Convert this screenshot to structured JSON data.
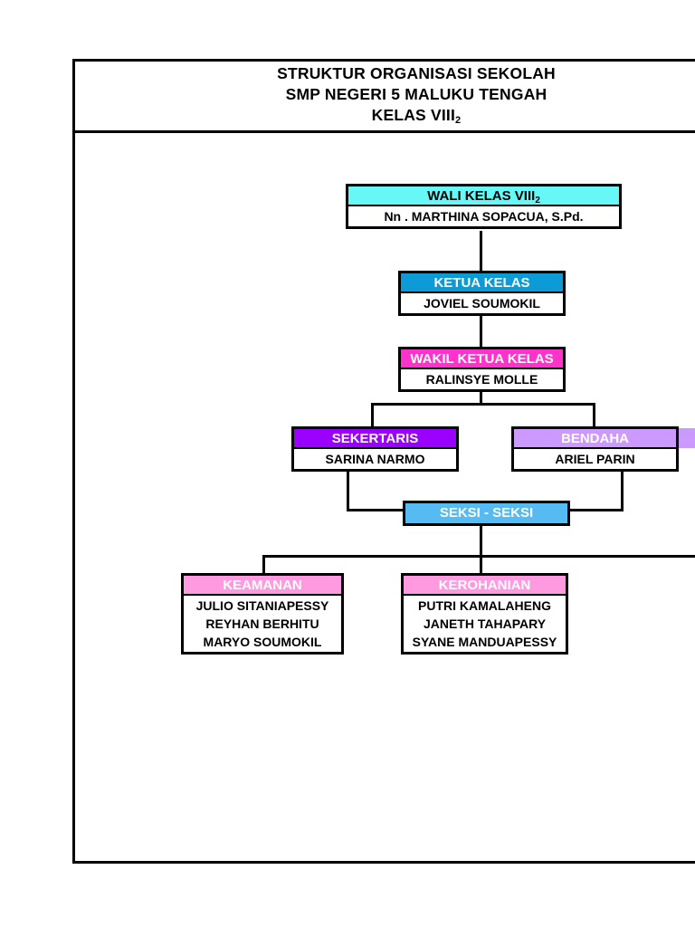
{
  "document": {
    "title_lines": [
      "STRUKTUR ORGANISASI SEKOLAH",
      "SMP NEGERI 5 MALUKU TENGAH",
      "KELAS VIII"
    ],
    "class_subscript": "2"
  },
  "colors": {
    "cyan": "#66F7F7",
    "blue": "#0D9BD8",
    "magenta": "#FF33CC",
    "purple": "#9900FF",
    "light_purple": "#CC99FF",
    "sky_blue": "#55BBF2",
    "pink": "#FF99E0",
    "border": "#000000",
    "background": "#FFFFFF"
  },
  "chart_data": {
    "type": "diagram",
    "subtype": "organizational-chart",
    "nodes": [
      {
        "id": "wali-kelas",
        "header": "WALI KELAS VIII",
        "header_subscript": "2",
        "members": [
          "Nn . MARTHINA SOPACUA, S.Pd."
        ],
        "header_color": "#66F7F7",
        "header_text_color": "#000000",
        "level": 0
      },
      {
        "id": "ketua-kelas",
        "header": "KETUA KELAS",
        "members": [
          "JOVIEL SOUMOKIL"
        ],
        "header_color": "#0D9BD8",
        "header_text_color": "#FFFFFF",
        "level": 1
      },
      {
        "id": "wakil-ketua-kelas",
        "header": "WAKIL KETUA KELAS",
        "members": [
          "RALINSYE MOLLE"
        ],
        "header_color": "#FF33CC",
        "header_text_color": "#FFFFFF",
        "level": 2
      },
      {
        "id": "sekertaris",
        "header": "SEKERTARIS",
        "members": [
          "SARINA NARMO"
        ],
        "header_color": "#9900FF",
        "header_text_color": "#FFFFFF",
        "level": 3
      },
      {
        "id": "bendahara",
        "header": "BENDAHA",
        "members": [
          "ARIEL PARIN"
        ],
        "header_color": "#CC99FF",
        "header_text_color": "#FFFFFF",
        "level": 3,
        "clipped": true
      },
      {
        "id": "seksi-seksi",
        "header": "SEKSI - SEKSI",
        "members": [],
        "header_color": "#55BBF2",
        "header_text_color": "#FFFFFF",
        "level": 4
      },
      {
        "id": "keamanan",
        "header": "KEAMANAN",
        "members": [
          "JULIO SITANIAPESSY",
          "REYHAN BERHITU",
          "MARYO SOUMOKIL"
        ],
        "header_color": "#FF99E0",
        "header_text_color": "#FFFFFF",
        "level": 5
      },
      {
        "id": "kerohanian",
        "header": "KEROHANIAN",
        "members": [
          "PUTRI KAMALAHENG",
          "JANETH TAHAPARY",
          "SYANE MANDUAPESSY"
        ],
        "header_color": "#FF99E0",
        "header_text_color": "#FFFFFF",
        "level": 5
      }
    ],
    "edges": [
      {
        "from": "wali-kelas",
        "to": "ketua-kelas"
      },
      {
        "from": "ketua-kelas",
        "to": "wakil-ketua-kelas"
      },
      {
        "from": "wakil-ketua-kelas",
        "to": "sekertaris"
      },
      {
        "from": "wakil-ketua-kelas",
        "to": "bendahara"
      },
      {
        "from": "sekertaris",
        "to": "seksi-seksi"
      },
      {
        "from": "bendahara",
        "to": "seksi-seksi"
      },
      {
        "from": "seksi-seksi",
        "to": "keamanan"
      },
      {
        "from": "seksi-seksi",
        "to": "kerohanian"
      }
    ]
  }
}
